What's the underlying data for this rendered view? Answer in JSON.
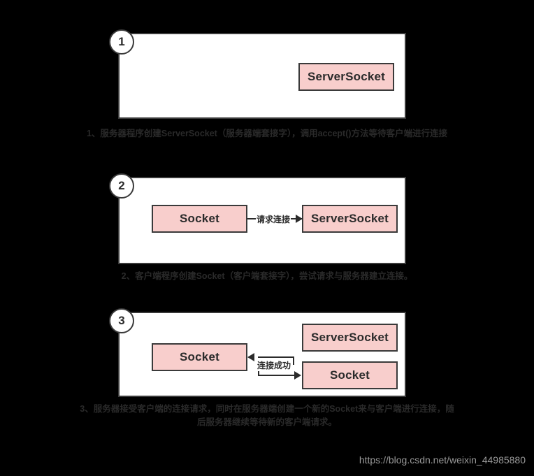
{
  "diagram": {
    "colors": {
      "background": "#000000",
      "panel_bg": "#ffffff",
      "node_fill": "#f8cecc",
      "stroke": "#3a3a3a",
      "caption_text": "#2a2a2a",
      "watermark_text": "#9a9a9a"
    },
    "panels": [
      {
        "step": "1",
        "nodes": [
          {
            "label": "ServerSocket"
          }
        ],
        "connectors": [],
        "caption": "1、服务器程序创建ServerSocket（服务器端套接字），调用accept()方法等待客户端进行连接"
      },
      {
        "step": "2",
        "nodes": [
          {
            "label": "Socket"
          },
          {
            "label": "ServerSocket"
          }
        ],
        "connectors": [
          {
            "label": "请求连接",
            "direction": "right"
          }
        ],
        "caption": "2、客户端程序创建Socket（客户端套接字），尝试请求与服务器建立连接。"
      },
      {
        "step": "3",
        "nodes": [
          {
            "label": "Socket"
          },
          {
            "label": "ServerSocket"
          },
          {
            "label": "Socket"
          }
        ],
        "connectors": [
          {
            "label": "连接成功",
            "direction": "bidirectional"
          }
        ],
        "caption_line_1": "3、服务器接受客户端的连接请求，同时在服务器端创建一个新的Socket来与客户端进行连接，随",
        "caption_line_2": "后服务器继续等待新的客户端请求。"
      }
    ],
    "watermark": "https://blog.csdn.net/weixin_44985880"
  }
}
